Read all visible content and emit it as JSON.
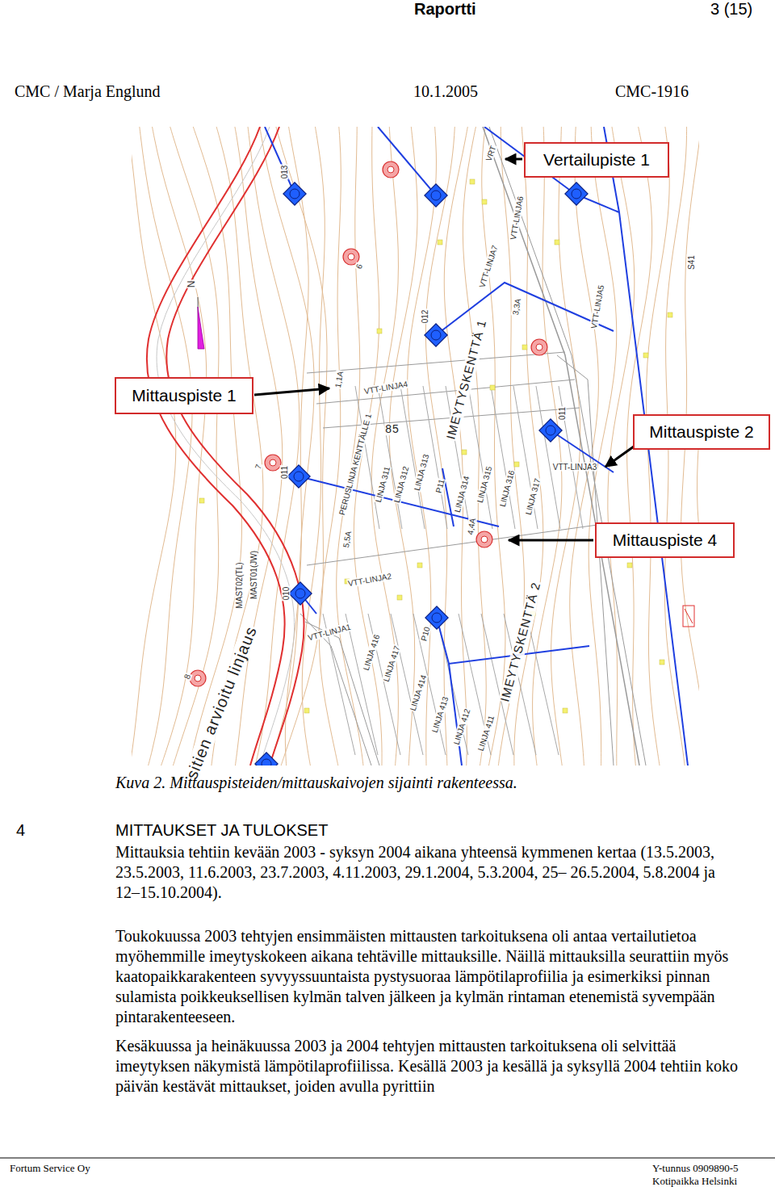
{
  "diagram": {
    "caption": "Kuva 2. Mittauspisteiden/mittauskaivojen sijainti rakenteessa.",
    "nodes": [
      {
        "text": [
          "Vertailupiste 1"
        ]
      },
      {
        "text": [
          "Mittauspiste 1"
        ]
      },
      {
        "text": [
          "Mittauspiste 2"
        ]
      },
      {
        "text": [
          "Mittauspiste 4"
        ]
      }
    ],
    "labels": [
      "Raportti",
      "3 (15)",
      "CMC / Marja Englund",
      "10.1.2005",
      "CMC-1916",
      "013",
      "VRT",
      "01",
      "6",
      "VTT-LINJA6",
      "VTT-LINJA7",
      "VTT-LINJA5",
      "3,3A",
      "012",
      "N",
      "1,1A",
      "VTT-LINJA4",
      "IMEYTYSKENTTÄ 1",
      "PERUSLINJA KENTTÄLLE 1",
      "85",
      "LINJA 311",
      "LINJA 312",
      "LINJA 313",
      "P11",
      "LINJA 314",
      "LINJA 315",
      "LINJA 316",
      "LINJA 317",
      "011",
      "VTT-LINJA3",
      "7",
      "011",
      "5,5A",
      "4,4A",
      "VTT-LINJA2",
      "MAST02(TL)",
      "MAST01(JW)",
      "010",
      "VTT-LINJA1",
      "LINJA 416",
      "LINJA 417",
      "P10",
      "LINJA 414",
      "LINJA 413",
      "LINJA 412",
      "LINJA 411",
      "IMEYTYSKENTTÄ 2",
      "sitien arvioitu linjaus",
      "S41",
      "8",
      "4",
      "MITTAUKSET JA TULOKSET",
      "Mittauksia tehtiin kevään 2003 - syksyn 2004 aikana yhteensä kymmenen kertaa (13.5.2003, 23.5.2003, 11.6.2003, 23.7.2003, 4.11.2003, 29.1.2004, 5.3.2004, 25– 26.5.2004, 5.8.2004 ja 12–15.10.2004).",
      "Toukokuussa 2003 tehtyjen ensimmäisten mittausten tarkoituksena oli antaa vertailutietoa myöhemmille imeytyskokeen aikana tehtäville mittauksille. Näillä mittauksilla seurattiin myös kaatopaikkarakenteen syvyyssuuntaista pystysuoraa lämpötilaprofiilia ja esimerkiksi pinnan sulamista poikkeuksellisen kylmän talven jälkeen ja kylmän rintaman etenemistä syvempään pintarakenteeseen.",
      "Kesäkuussa ja heinäkuussa 2003 ja 2004 tehtyjen mittausten tarkoituksena oli selvittää imeytyksen näkymistä lämpötilaprofiilissa. Kesällä 2003 ja kesällä ja syksyllä 2004 tehtiin koko päivän kestävät mittaukset, joiden avulla pyrittiin",
      "Fortum Service Oy",
      "Y-tunnus 0909890-5",
      "Kotipaikka Helsinki"
    ]
  }
}
